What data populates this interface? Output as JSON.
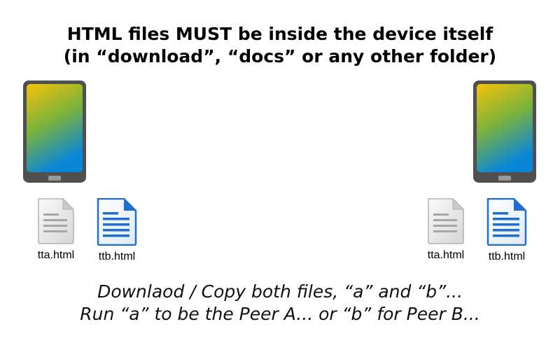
{
  "title": {
    "line1": "HTML files MUST be inside the device itself",
    "line2": "(in “download”, “docs” or any other folder)"
  },
  "devices": {
    "left": {
      "files": [
        {
          "name": "tta.html",
          "icon": "generic-file-icon"
        },
        {
          "name": "ttb.html",
          "icon": "document-file-icon"
        }
      ]
    },
    "right": {
      "files": [
        {
          "name": "tta.html",
          "icon": "generic-file-icon"
        },
        {
          "name": "ttb.html",
          "icon": "document-file-icon"
        }
      ]
    }
  },
  "caption": {
    "line1": "Downlaod / Copy both files, “a” and “b”...",
    "line2": "Run “a” to be the Peer A... or “b” for Peer B..."
  },
  "colors": {
    "phone_body": "#555555",
    "screen_top": "#f2c400",
    "screen_bottom": "#0a8ad6",
    "doc_blue": "#1e6fd0"
  }
}
